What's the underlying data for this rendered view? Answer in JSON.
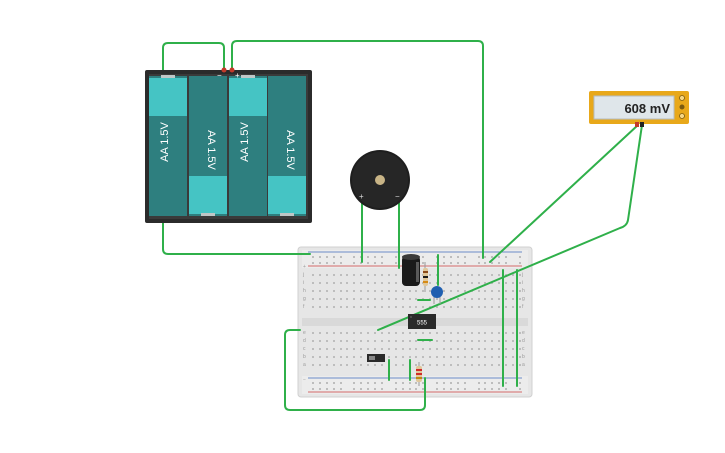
{
  "battery_pack": {
    "cells": [
      "AA 1.5V",
      "AA 1.5V",
      "AA 1.5V",
      "AA 1.5V"
    ],
    "terminal_negative": "−",
    "terminal_positive": "+"
  },
  "buzzer": {
    "plus": "+",
    "minus": "−"
  },
  "multimeter": {
    "reading": "608 mV"
  },
  "timer_chip": {
    "label": "555"
  },
  "breadboard": {
    "rail_plus": "+",
    "rail_minus": "−",
    "row_letters_top": [
      "j",
      "i",
      "h",
      "g",
      "f"
    ],
    "row_letters_bottom": [
      "e",
      "d",
      "c",
      "b",
      "a"
    ]
  },
  "colors": {
    "wire": "#2fb04a",
    "battery_cell_dark": "#2e7f7f",
    "battery_cell_light": "#45c4c4",
    "multimeter_frame": "#e8a81a",
    "multimeter_screen": "#dfe6ea"
  }
}
